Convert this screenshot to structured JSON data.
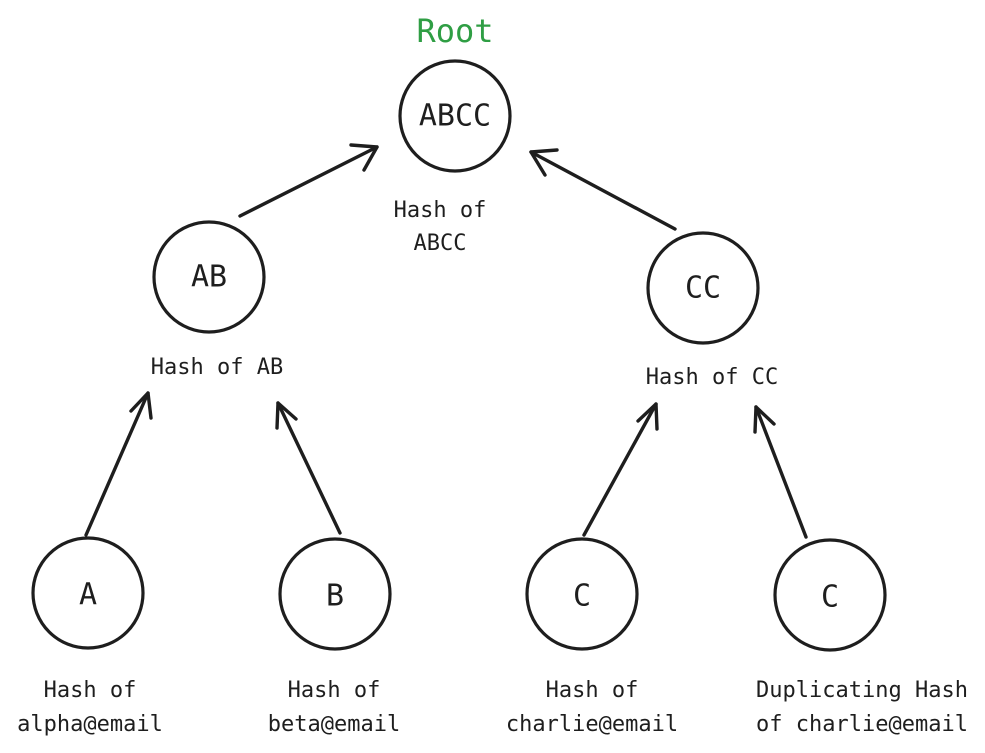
{
  "root_title": "Root",
  "nodes": {
    "abcc": {
      "text": "ABCC",
      "label_lines": [
        "Hash of",
        "ABCC"
      ]
    },
    "ab": {
      "text": "AB",
      "label_lines": [
        "Hash of AB"
      ]
    },
    "cc": {
      "text": "CC",
      "label_lines": [
        "Hash of CC"
      ]
    },
    "a": {
      "text": "A",
      "label_lines": [
        "Hash of",
        "alpha@email"
      ]
    },
    "b": {
      "text": "B",
      "label_lines": [
        "Hash of",
        "beta@email"
      ]
    },
    "c1": {
      "text": "C",
      "label_lines": [
        "Hash of",
        "charlie@email"
      ]
    },
    "c2": {
      "text": "C",
      "label_lines": [
        "Duplicating Hash",
        "of charlie@email"
      ]
    }
  },
  "colors": {
    "ink": "#1e1e1e",
    "root_accent": "#2f9e44",
    "background": "#ffffff"
  }
}
